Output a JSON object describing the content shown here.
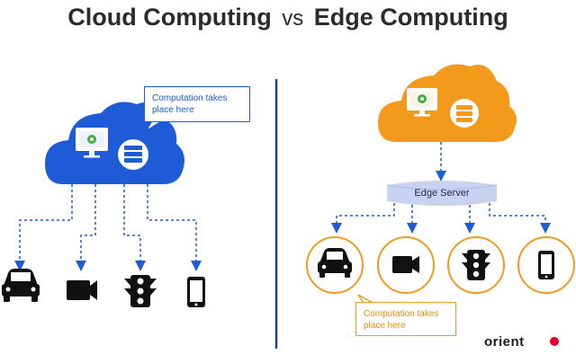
{
  "title": {
    "left": "Cloud Computing",
    "vs": "vs",
    "right": "Edge Computing"
  },
  "cloud_side": {
    "callout": "Computation takes place here",
    "devices": [
      "car-icon",
      "video-camera-icon",
      "traffic-light-icon",
      "smartphone-icon"
    ],
    "color": "#1e5bd6"
  },
  "edge_side": {
    "edge_server": "Edge Server",
    "callout": "Computation takes place here",
    "devices": [
      "car-icon",
      "video-camera-icon",
      "traffic-light-icon",
      "smartphone-icon"
    ],
    "color": "#f39a1d"
  },
  "brand": "orient"
}
